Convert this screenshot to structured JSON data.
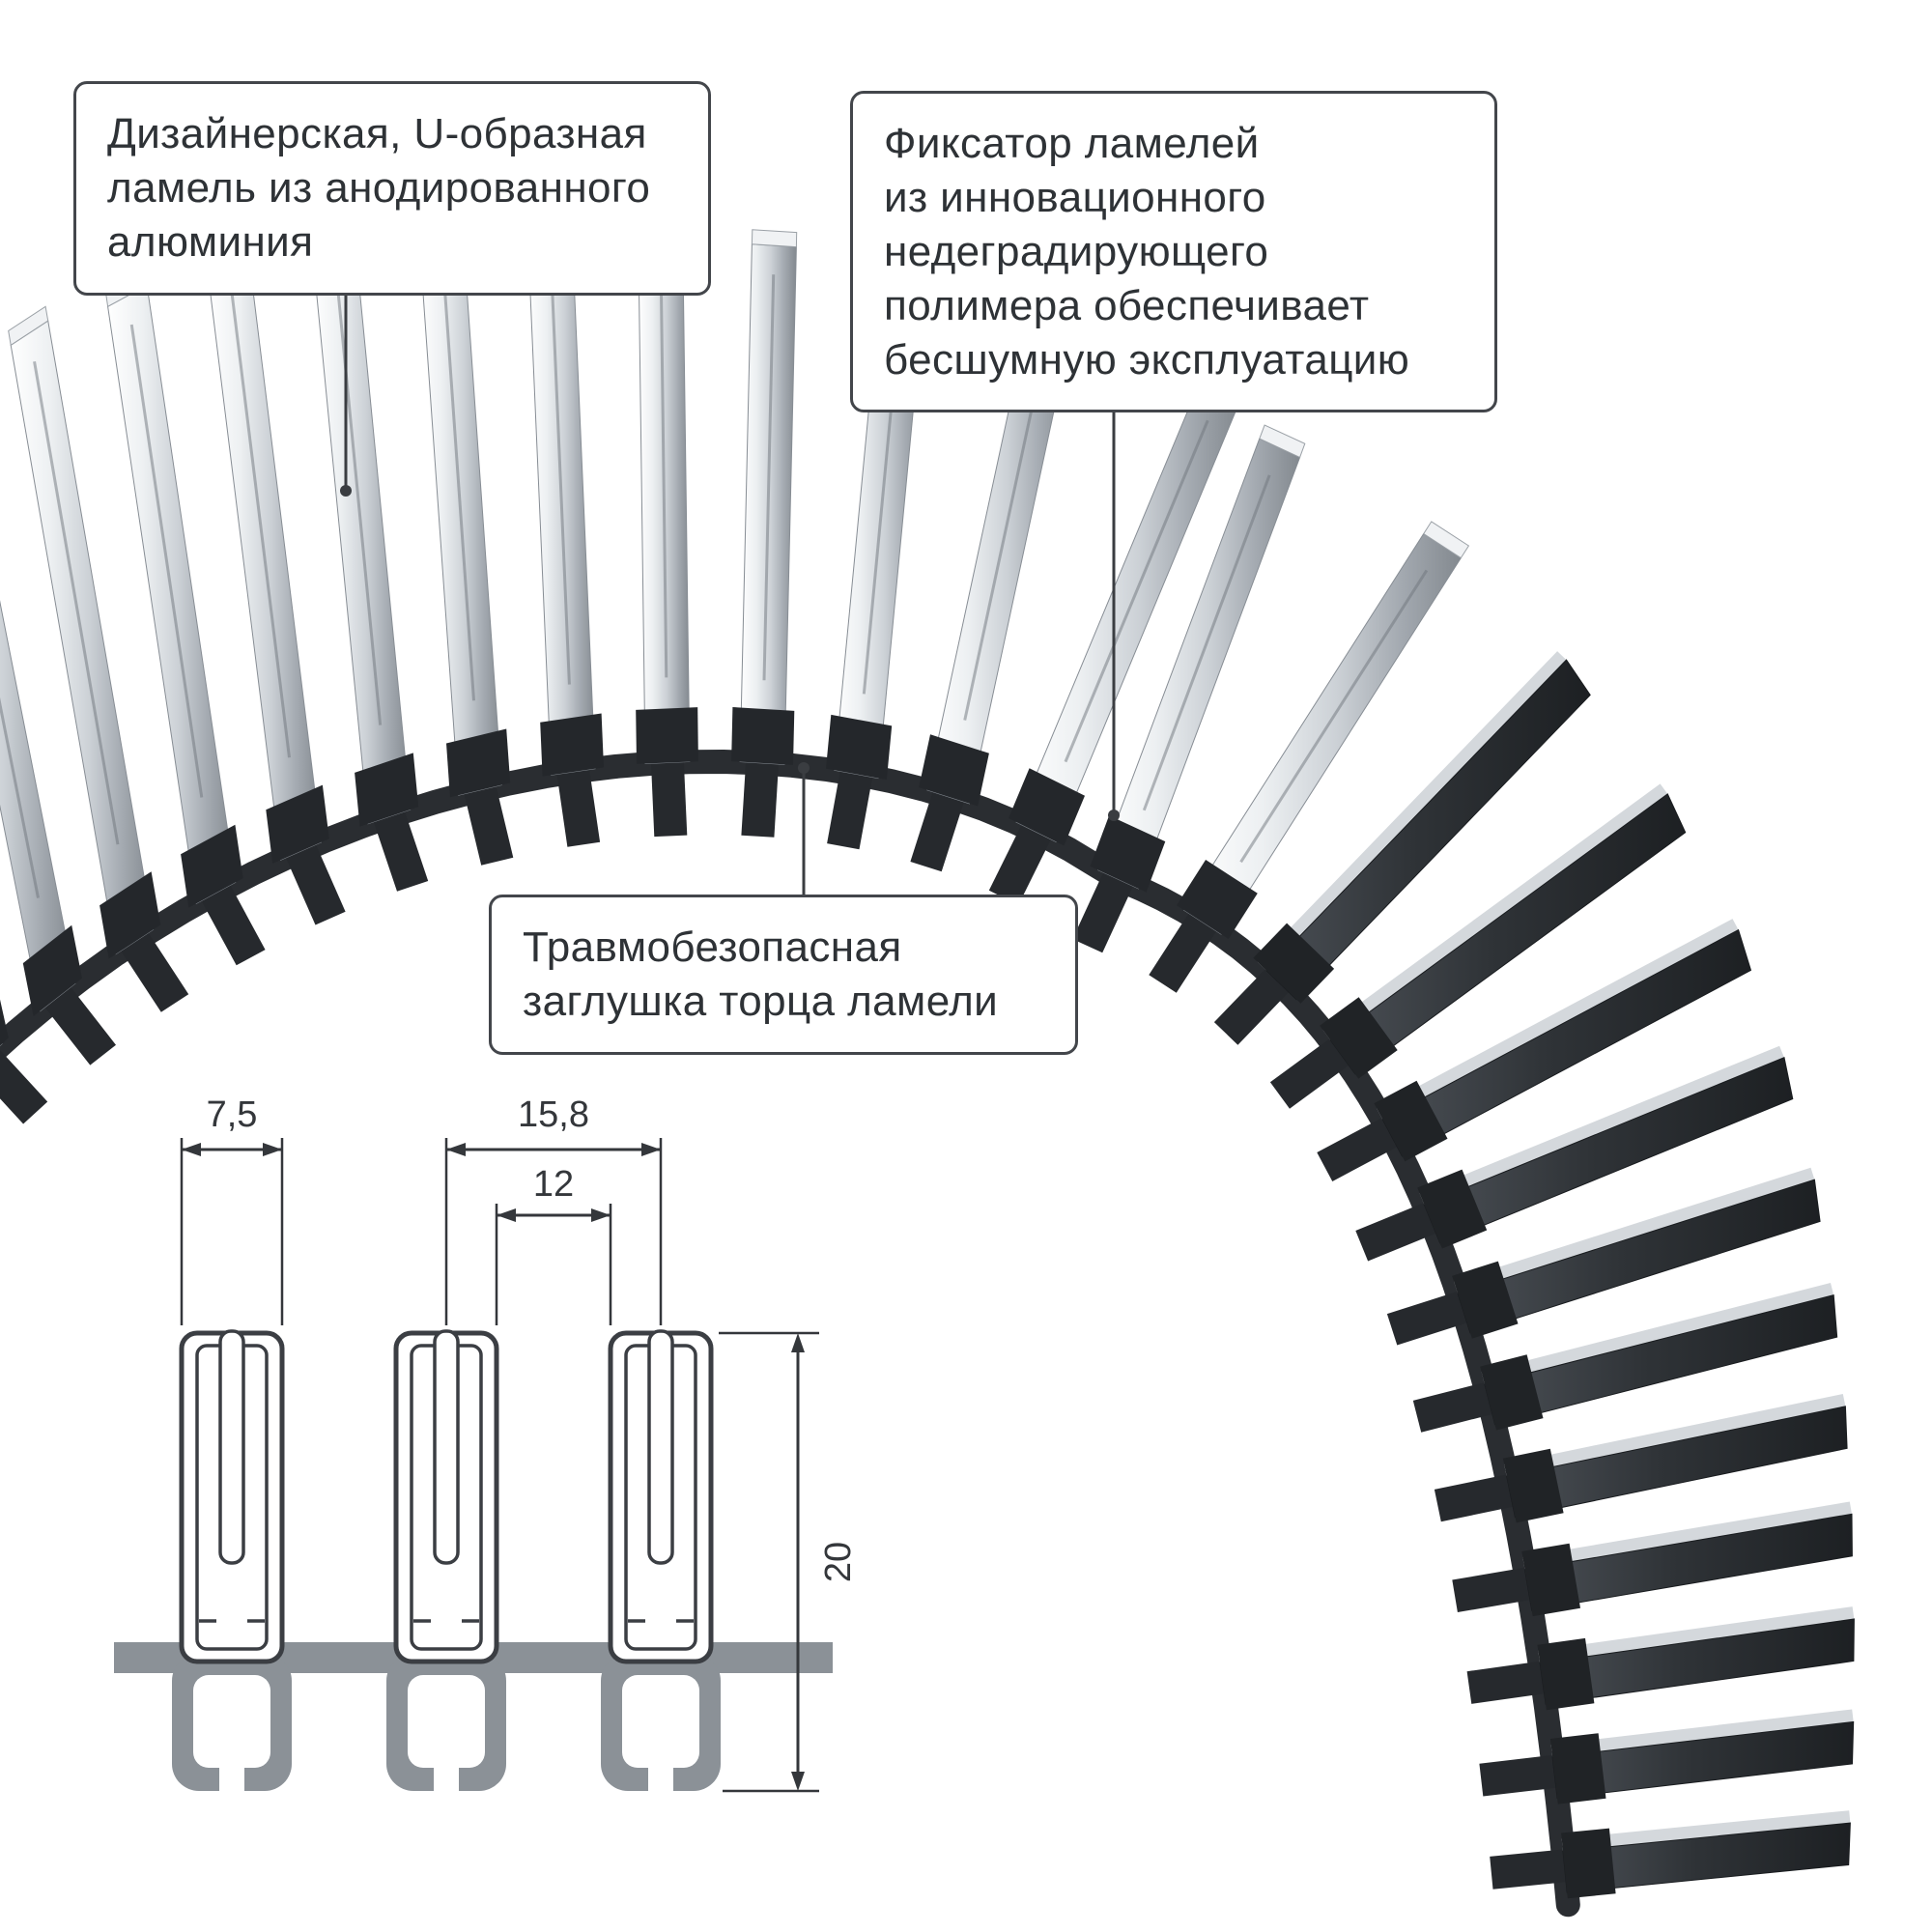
{
  "callouts": {
    "lamella": {
      "text": "Дизайнерская, U-образная\nламель из анодированного\nалюминия"
    },
    "fixator": {
      "text": "Фиксатор ламелей\nиз инновационного\nнедеградирующего\nполимера обеспечивает\nбесшумную эксплуатацию"
    },
    "endcap": {
      "text": "Травмобезопасная\nзаглушка торца ламели"
    }
  },
  "cross_section": {
    "dims": {
      "width": "7,5",
      "pitch": "15,8",
      "gap": "12",
      "height": "20"
    }
  },
  "colors": {
    "line": "#3a3d41",
    "dark_polymer": "#26292d",
    "metal_light": "#ffffff",
    "metal_dark": "#83898f",
    "base_gray": "#8b9197"
  }
}
